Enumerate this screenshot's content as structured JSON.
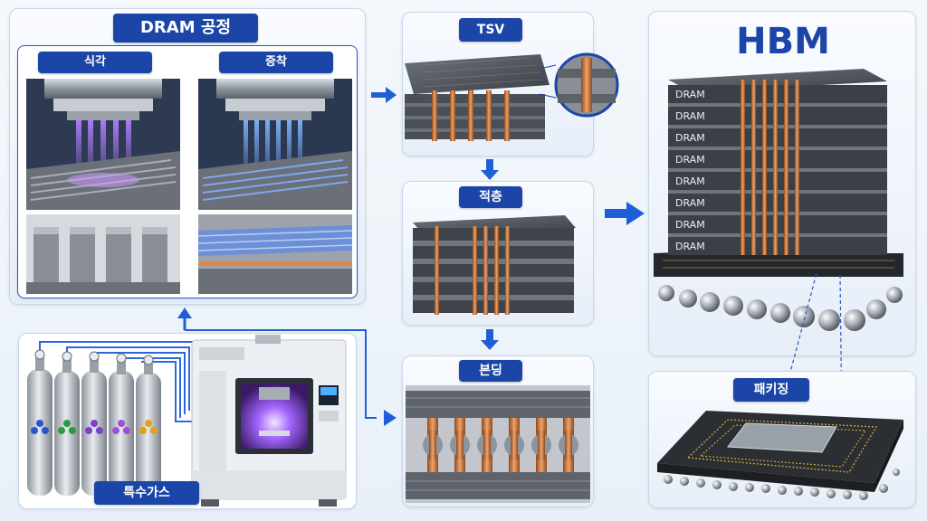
{
  "process": {
    "title": "DRAM 공정",
    "etch": "식각",
    "deposition": "증착"
  },
  "gas": {
    "label": "특수가스"
  },
  "tsv": {
    "label": "TSV"
  },
  "stacking": {
    "label": "적층"
  },
  "bonding": {
    "label": "본딩"
  },
  "hbm": {
    "title": "HBM",
    "layers": [
      "DRAM",
      "DRAM",
      "DRAM",
      "DRAM",
      "DRAM",
      "DRAM",
      "DRAM",
      "DRAM"
    ]
  },
  "packaging": {
    "label": "패키징"
  },
  "colors": {
    "accent": "#1c45a8",
    "arrow": "#1f5fd6",
    "copper": "#c8793e",
    "chip": "#3e4249"
  }
}
